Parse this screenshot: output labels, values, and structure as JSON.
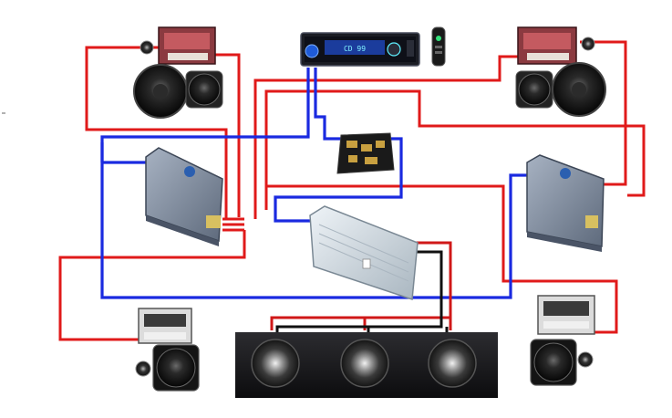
{
  "diagram": {
    "head_unit": {
      "display_text": "CD 99",
      "remote_visible": true
    },
    "components": [
      {
        "id": "crossover-left-top",
        "kind": "passive-crossover"
      },
      {
        "id": "tweeter-left-top",
        "kind": "tweeter"
      },
      {
        "id": "woofer-left-top",
        "kind": "woofer"
      },
      {
        "id": "midrange-left-top",
        "kind": "midrange"
      },
      {
        "id": "crossover-right-top",
        "kind": "passive-crossover"
      },
      {
        "id": "tweeter-right-top",
        "kind": "tweeter"
      },
      {
        "id": "woofer-right-top",
        "kind": "woofer"
      },
      {
        "id": "midrange-right-top",
        "kind": "midrange"
      },
      {
        "id": "signal-processor",
        "kind": "processor"
      },
      {
        "id": "amplifier-left",
        "kind": "amplifier"
      },
      {
        "id": "amplifier-right",
        "kind": "amplifier"
      },
      {
        "id": "amplifier-sub",
        "kind": "mono-amplifier"
      },
      {
        "id": "crossover-left-bottom",
        "kind": "passive-crossover"
      },
      {
        "id": "woofer-left-bottom",
        "kind": "woofer"
      },
      {
        "id": "tweeter-left-bottom",
        "kind": "tweeter"
      },
      {
        "id": "crossover-right-bottom",
        "kind": "passive-crossover"
      },
      {
        "id": "woofer-right-bottom",
        "kind": "woofer"
      },
      {
        "id": "tweeter-right-bottom",
        "kind": "tweeter"
      },
      {
        "id": "subwoofer-1",
        "kind": "subwoofer"
      },
      {
        "id": "subwoofer-2",
        "kind": "subwoofer"
      },
      {
        "id": "subwoofer-3",
        "kind": "subwoofer"
      }
    ],
    "wire_colors": {
      "speaker": "#e01a1a",
      "signal": "#1a2ae0",
      "sub": "#111111",
      "sub_positive": "#d01818"
    },
    "body_colors": {
      "amp": "#8a96a8",
      "amp_sub": "#c9d4dc",
      "crossover": "#8b3a40",
      "speaker_cone": "#1c1c1c",
      "sub_box": "#1a1a1c"
    }
  }
}
